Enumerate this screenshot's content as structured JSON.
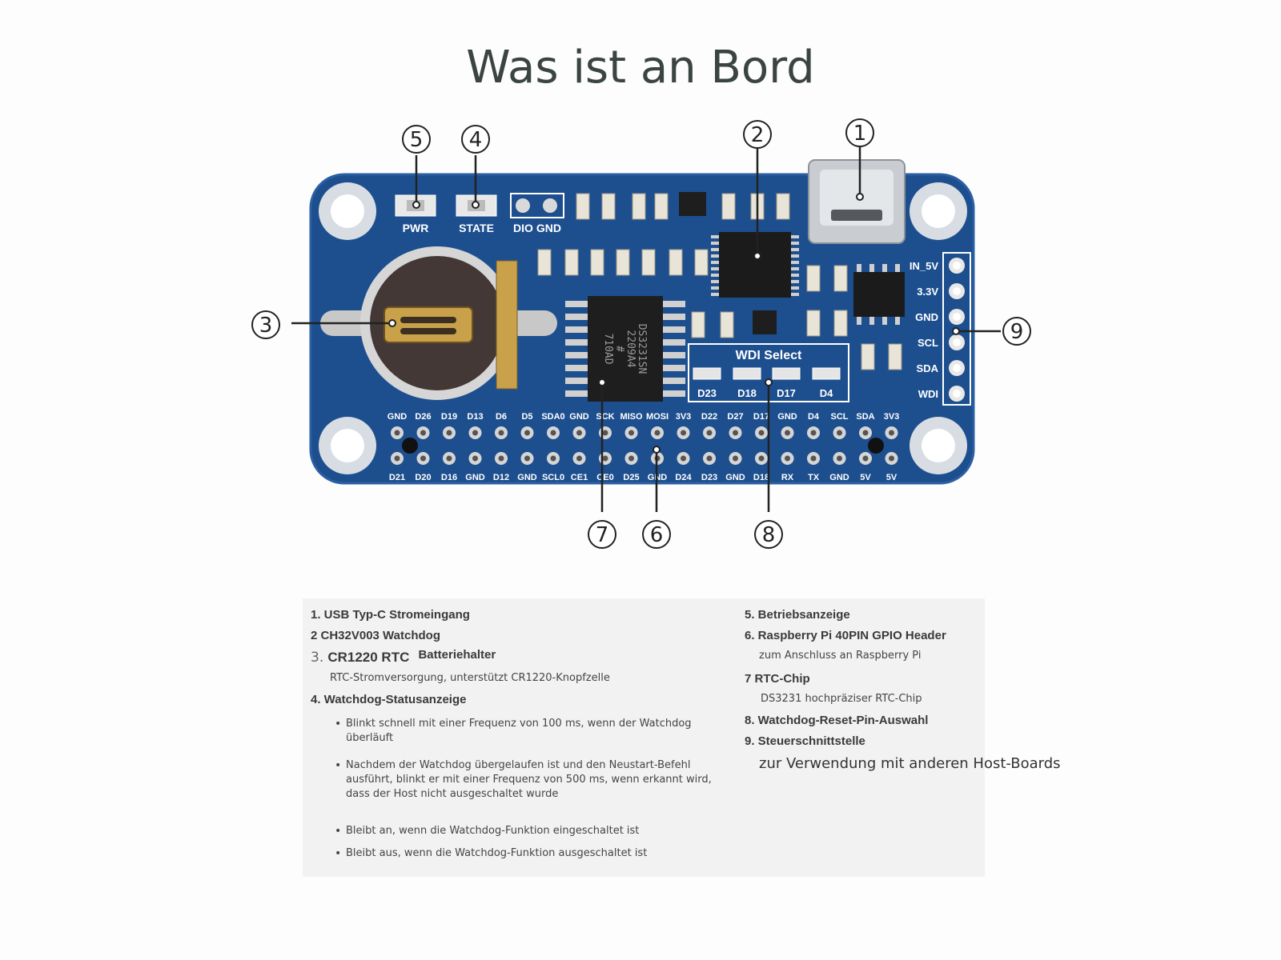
{
  "title": "Was ist an Bord",
  "board": {
    "top_labels": [
      "PWR",
      "STATE",
      "DIO GND"
    ],
    "side_pins": [
      "IN_5V",
      "3.3V",
      "GND",
      "SCL",
      "SDA",
      "WDI"
    ],
    "wdi_title": "WDI Select",
    "wdi_options": [
      "D23",
      "D18",
      "D17",
      "D4"
    ],
    "rtc_chip_text": [
      "DS3231SN",
      "2209A4",
      "#",
      "710AD"
    ],
    "header_top": [
      "GND",
      "D26",
      "D19",
      "D13",
      "D6",
      "D5",
      "SDA0",
      "GND",
      "SCK",
      "MISO",
      "MOSI",
      "3V3",
      "D22",
      "D27",
      "D17",
      "GND",
      "D4",
      "SCL",
      "SDA",
      "3V3"
    ],
    "header_bottom": [
      "D21",
      "D20",
      "D16",
      "GND",
      "D12",
      "GND",
      "SCL0",
      "CE1",
      "CE0",
      "D25",
      "GND",
      "D24",
      "D23",
      "GND",
      "D18",
      "RX",
      "TX",
      "GND",
      "5V",
      "5V"
    ]
  },
  "callouts": [
    "1",
    "2",
    "3",
    "4",
    "5",
    "6",
    "7",
    "8",
    "9"
  ],
  "items": {
    "i1": "1. USB Typ-C Stromeingang",
    "i2": "2 CH32V003 Watchdog",
    "i3_num": "3.",
    "i3_name": "CR1220 RTC",
    "i3_rest": "Batteriehalter",
    "i3_desc": "RTC-Stromversorgung, unterstützt CR1220-Knopfzelle",
    "i4": "4. Watchdog-Statusanzeige",
    "i4_bullets": [
      "Blinkt schnell mit einer Frequenz von 100 ms, wenn der Watchdog überläuft",
      "Nachdem der Watchdog übergelaufen ist und den Neustart-Befehl ausführt, blinkt er mit einer Frequenz von 500 ms, wenn erkannt wird, dass der Host nicht ausgeschaltet wurde",
      "Bleibt an, wenn die Watchdog-Funktion eingeschaltet ist",
      "Bleibt aus, wenn die Watchdog-Funktion ausgeschaltet ist"
    ],
    "i5": "5. Betriebsanzeige",
    "i6": "6. Raspberry Pi 40PIN GPIO Header",
    "i6_desc": "zum Anschluss an Raspberry Pi",
    "i7": "7 RTC-Chip",
    "i7_desc": "DS3231 hochpräziser RTC-Chip",
    "i8": "8. Watchdog-Reset-Pin-Auswahl",
    "i9": "9. Steuerschnittstelle",
    "i9_desc": "zur Verwendung mit anderen Host-Boards"
  },
  "colors": {
    "pcb": "#1d4f8f",
    "pcb_dark": "#163f74",
    "silk": "#ffffff",
    "title": "#3a4440"
  }
}
